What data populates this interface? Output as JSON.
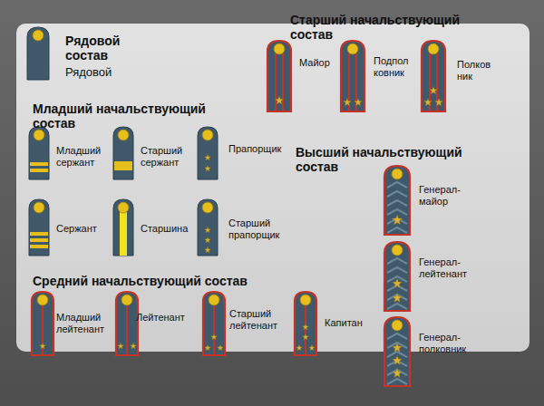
{
  "diagram": {
    "labels": [
      "Рядовой состав",
      "Рядовой",
      "Старший начальствующий состав",
      "Майор",
      "Подполковник",
      "Полковник",
      "Младший начальствующий состав",
      "Младший сержант",
      "Старший сержант",
      "Прапорщик",
      "Высший начальствующий состав",
      "Генерал-майор",
      "Сержант",
      "Старшина",
      "Старший прапорщик",
      "Генерал-лейтенант",
      "Средний начальствующий состав",
      "Младший лейтенант",
      "Лейтенант",
      "Старший лейтенант",
      "Капитан",
      "Генерал-полковник"
    ]
  }
}
